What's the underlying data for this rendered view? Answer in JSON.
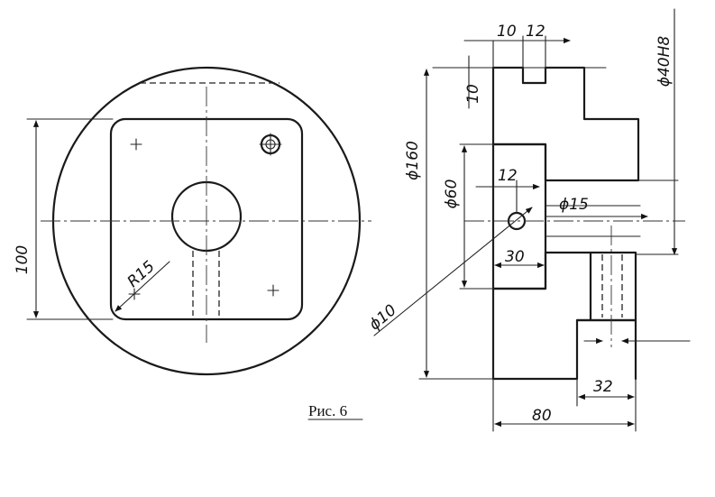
{
  "caption": "Рис. 6",
  "dims": {
    "d10": "10",
    "d12top": "12",
    "d10side": "10",
    "phi40": "ϕ40H8",
    "phi160": "ϕ160",
    "phi60": "ϕ60",
    "d12mid": "12",
    "phi15": "ϕ15",
    "d30": "30",
    "phi10": "ϕ10",
    "d32": "32",
    "d80": "80",
    "d100": "100",
    "r15": "R15"
  }
}
